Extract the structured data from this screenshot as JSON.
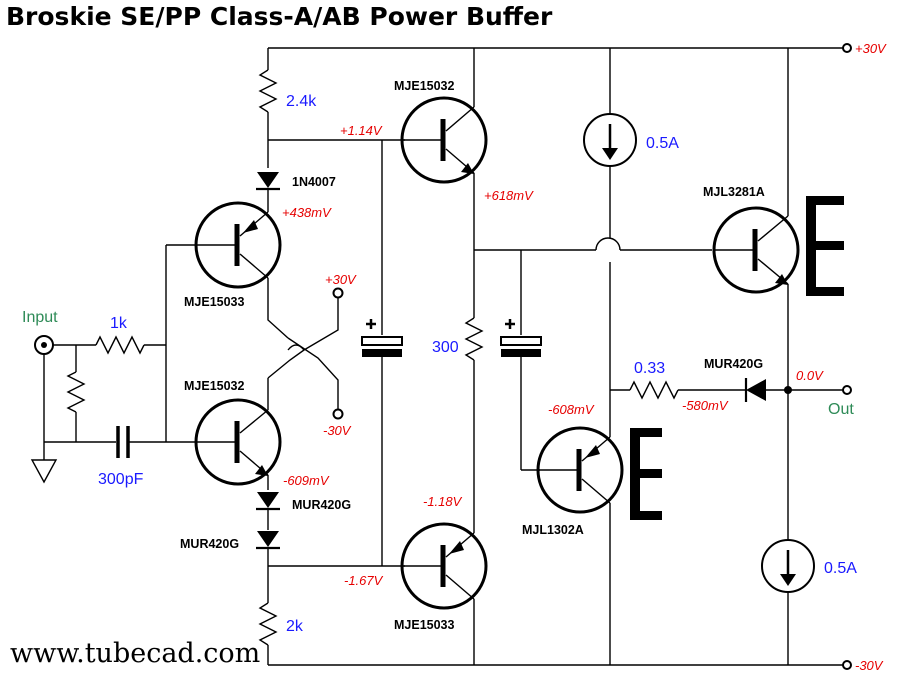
{
  "title": "Broskie SE/PP Class-A/AB Power Buffer",
  "website": "www.tubecad.com",
  "rails": {
    "positive": "+30V",
    "negative": "-30V"
  },
  "terminals": {
    "input": "Input",
    "output": "Out"
  },
  "components": {
    "q_top_driver": "MJE15032",
    "q_input_pnp": "MJE15033",
    "q_input_npn": "MJE15032",
    "q_bottom_driver": "MJE15033",
    "q_output_npn": "MJL3281A",
    "q_output_pnp": "MJL1302A",
    "d_1n4007": "1N4007",
    "d_lower_1": "MUR420G",
    "d_lower_2": "MUR420G",
    "d_output": "MUR420G"
  },
  "values": {
    "r_top": "2.4k",
    "r_bottom": "2k",
    "r_input": "1k",
    "c_input": "300pF",
    "r_mid": "300",
    "r_output": "0.33",
    "cs_top": "0.5A",
    "cs_bottom": "0.5A"
  },
  "voltages": {
    "v1": "+1.14V",
    "v2": "+438mV",
    "v3": "+618mV",
    "v4": "-609mV",
    "v5": "-1.18V",
    "v6": "-1.67V",
    "v7": "-608mV",
    "v8": "-580mV",
    "v9": "0.0V",
    "aux_pos": "+30V",
    "aux_neg": "-30V"
  }
}
